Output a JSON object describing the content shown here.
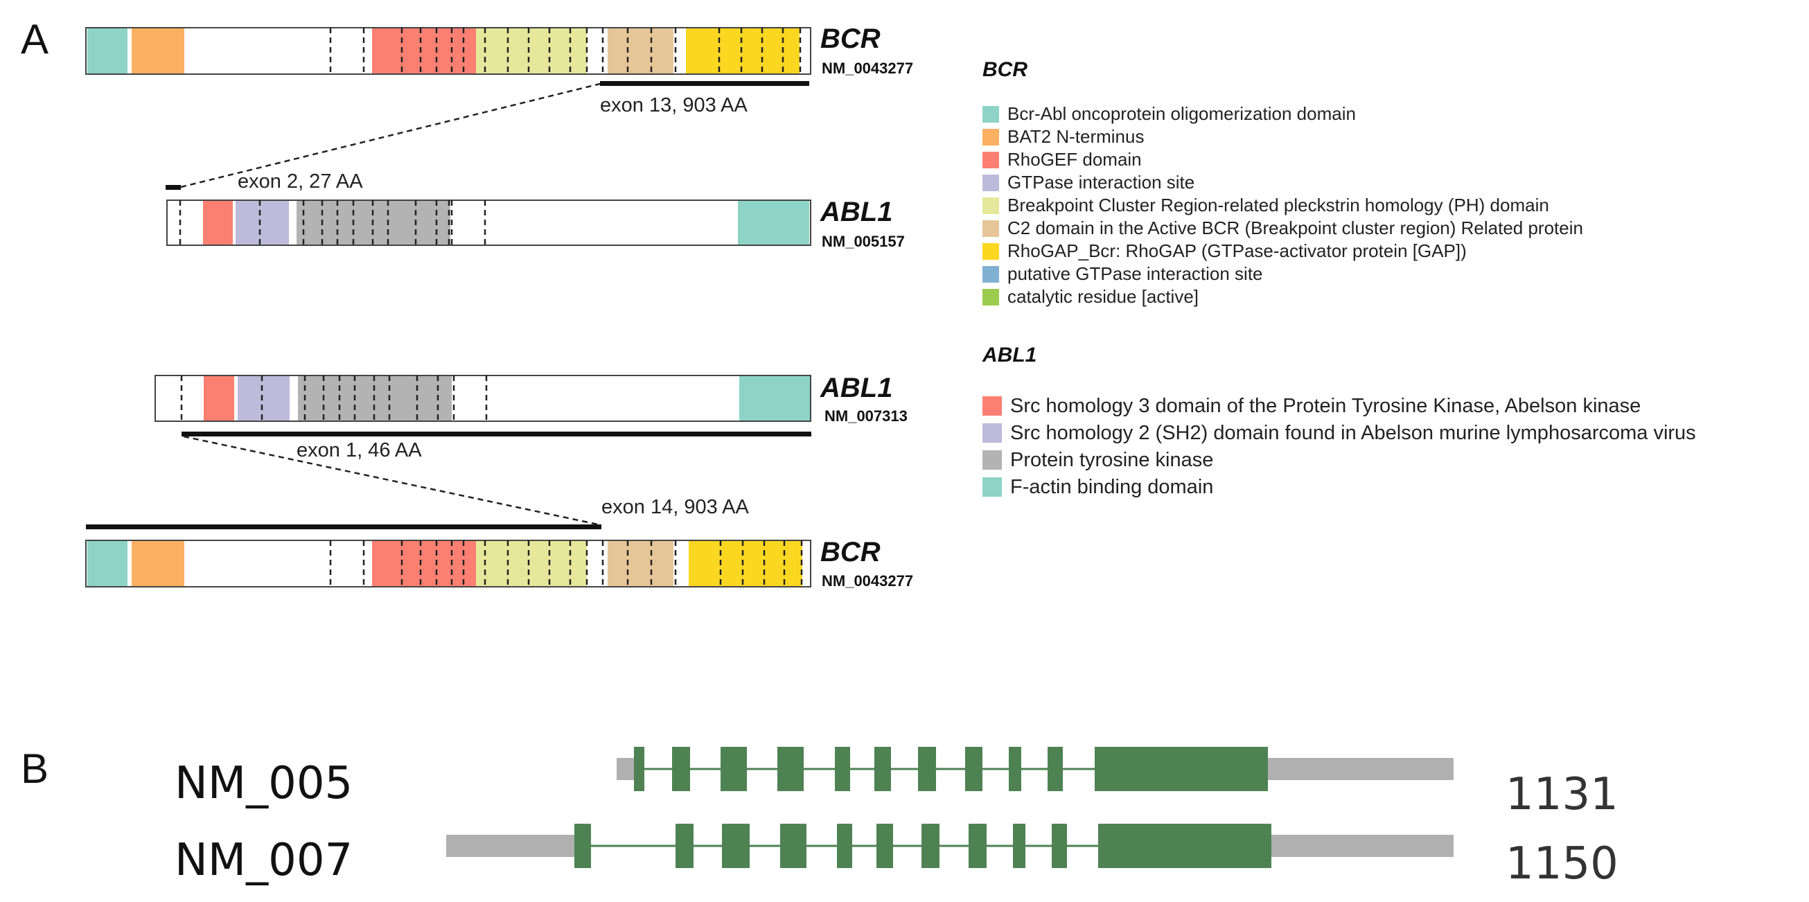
{
  "panel_a": {
    "letter": "A",
    "colors": {
      "olig": "#8dd3c7",
      "bat2": "#fbb062",
      "rhogef": "#fb8072",
      "gtpase": "#bebada",
      "ph": "#e5e89a",
      "c2": "#e6c698",
      "rhogap": "#fcd722",
      "putative": "#80b1d3",
      "catalytic": "#9ccc4d",
      "sh3": "#fb8072",
      "sh2": "#bebada",
      "kinase": "#b3b3b3",
      "factin": "#8dd3c7"
    },
    "tracks": [
      {
        "gene": "BCR",
        "accession": "NM_0043277",
        "exon_label": "exon 13, 903 AA"
      },
      {
        "gene": "ABL1",
        "accession": "NM_005157",
        "exon_label": "exon 2, 27 AA"
      },
      {
        "gene": "ABL1",
        "accession": "NM_007313",
        "exon_label": "exon 1, 46 AA"
      },
      {
        "gene": "BCR",
        "accession": "NM_0043277",
        "exon_label": "exon 14, 903 AA"
      }
    ],
    "legend_bcr": {
      "title": "BCR",
      "items": [
        {
          "label": "Bcr-Abl oncoprotein oligomerization domain",
          "color": "#8dd3c7"
        },
        {
          "label": "BAT2 N-terminus",
          "color": "#fbb062"
        },
        {
          "label": "RhoGEF domain",
          "color": "#fb8072"
        },
        {
          "label": "GTPase interaction site",
          "color": "#bebada"
        },
        {
          "label": "Breakpoint Cluster Region-related pleckstrin homology (PH) domain",
          "color": "#e5e89a"
        },
        {
          "label": "C2 domain in the Active BCR (Breakpoint cluster region) Related protein",
          "color": "#e6c698"
        },
        {
          "label": "RhoGAP_Bcr: RhoGAP (GTPase-activator protein [GAP])",
          "color": "#fcd722"
        },
        {
          "label": "putative GTPase interaction site",
          "color": "#80b1d3"
        },
        {
          "label": "catalytic residue [active]",
          "color": "#9ccc4d"
        }
      ]
    },
    "legend_abl1": {
      "title": "ABL1",
      "items": [
        {
          "label": "Src homology 3 domain of the Protein Tyrosine Kinase, Abelson kinase",
          "color": "#fb8072"
        },
        {
          "label": "Src homology 2 (SH2) domain found in Abelson murine lymphosarcoma virus",
          "color": "#bebada"
        },
        {
          "label": "Protein tyrosine kinase",
          "color": "#b3b3b3"
        },
        {
          "label": "F-actin binding domain",
          "color": "#8dd3c7"
        }
      ]
    }
  },
  "panel_b": {
    "letter": "B",
    "exon_color": "#4e8253",
    "utr_color": "#b0b0b0",
    "transcripts": [
      {
        "label": "NM_005",
        "length": "1131"
      },
      {
        "label": "NM_007",
        "length": "1150"
      }
    ]
  }
}
